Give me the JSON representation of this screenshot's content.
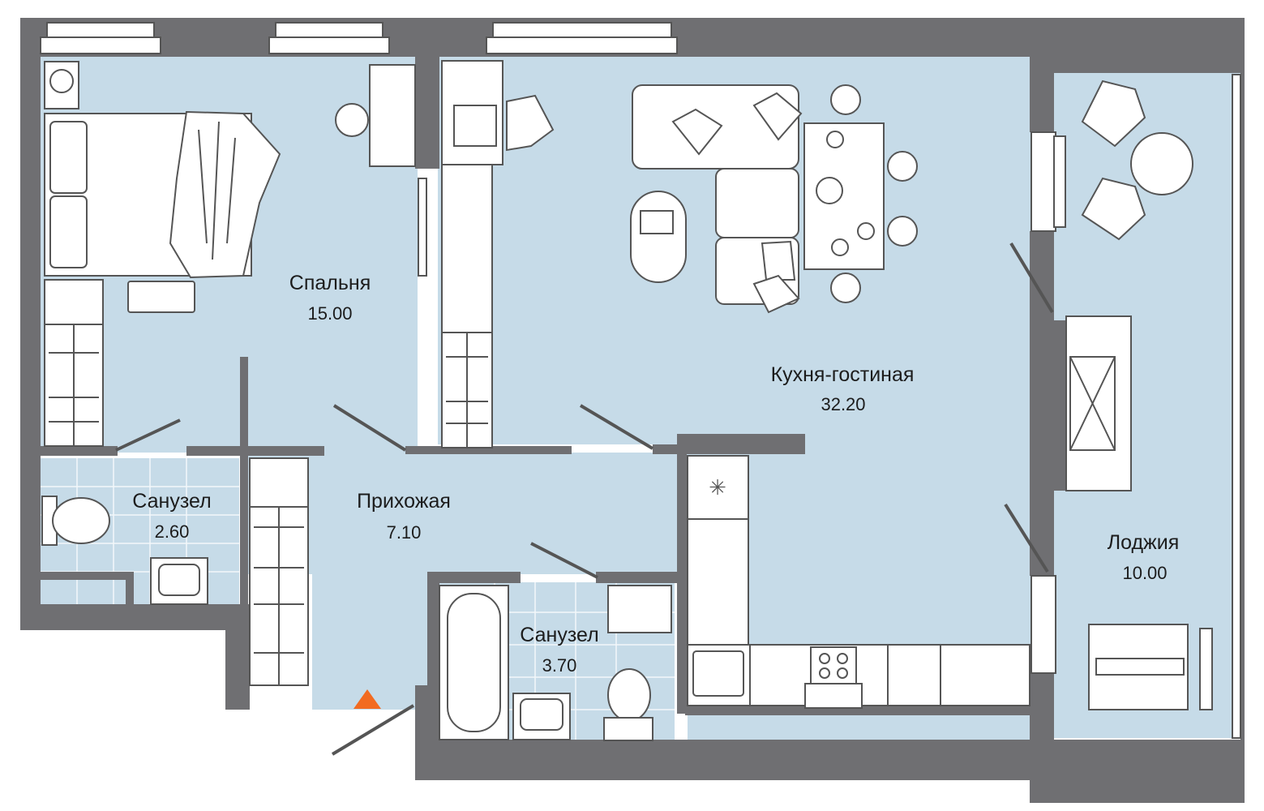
{
  "rooms": [
    {
      "id": "bedroom",
      "name": "Спальня",
      "area": "15.00"
    },
    {
      "id": "bath1",
      "name": "Санузел",
      "area": "2.60"
    },
    {
      "id": "hall",
      "name": "Прихожая",
      "area": "7.10"
    },
    {
      "id": "bath2",
      "name": "Санузел",
      "area": "3.70"
    },
    {
      "id": "kitchen",
      "name": "Кухня-гостиная",
      "area": "32.20"
    },
    {
      "id": "loggia",
      "name": "Лоджия",
      "area": "10.00"
    }
  ],
  "colors": {
    "floor": "#c6dbe8",
    "wall": "#6f6f72",
    "furniture_fill": "#ffffff",
    "furniture_stroke": "#555555",
    "entrance_marker": "#f26b21"
  },
  "icons": [
    "entrance-marker-icon",
    "fridge-snowflake-icon",
    "window-icon",
    "door-swing-icon"
  ]
}
